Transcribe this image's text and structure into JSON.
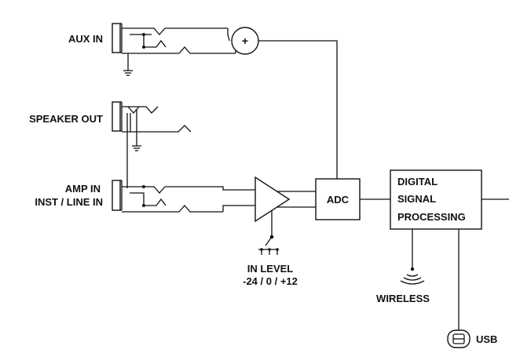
{
  "labels": {
    "aux_in": "AUX IN",
    "speaker_out": "SPEAKER OUT",
    "amp_in_line1": "AMP IN",
    "amp_in_line2": "INST / LINE IN",
    "in_level_line1": "IN LEVEL",
    "in_level_line2": "-24 / 0 / +12",
    "adc": "ADC",
    "dsp_line1": "DIGITAL",
    "dsp_line2": "SIGNAL",
    "dsp_line3": "PROCESSING",
    "wireless": "WIRELESS",
    "usb": "USB",
    "summer_symbol": "+"
  },
  "icons": {
    "jack": "jack-icon",
    "ground": "ground-icon",
    "summer": "summing-junction-icon",
    "amplifier": "amplifier-triangle-icon",
    "switch": "three-position-switch-icon",
    "antenna": "wireless-icon",
    "usb": "usb-connector-icon"
  },
  "colors": {
    "line": "#111111",
    "background": "#ffffff"
  }
}
